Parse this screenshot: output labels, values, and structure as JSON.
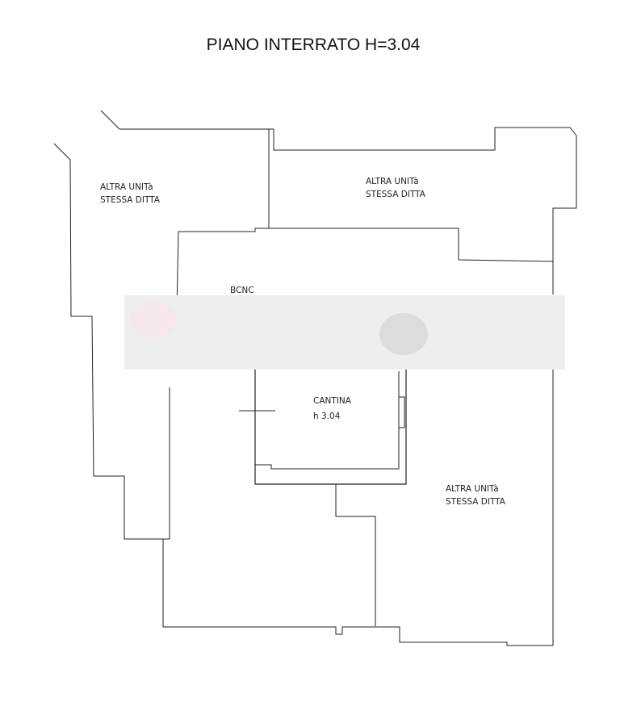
{
  "title": "PIANO INTERRATO H=3.04",
  "rooms": {
    "west": {
      "line1": "ALTRA UNITà",
      "line2": "STESSA DITTA"
    },
    "north": {
      "line1": "ALTRA UNITà",
      "line2": "STESSA DITTA"
    },
    "southeast": {
      "line1": "ALTRA UNITà",
      "line2": "STESSA DITTA"
    },
    "bcnc": {
      "label": "BCNC"
    },
    "cantina": {
      "label": "CANTINA",
      "height": "h  3.04"
    }
  }
}
